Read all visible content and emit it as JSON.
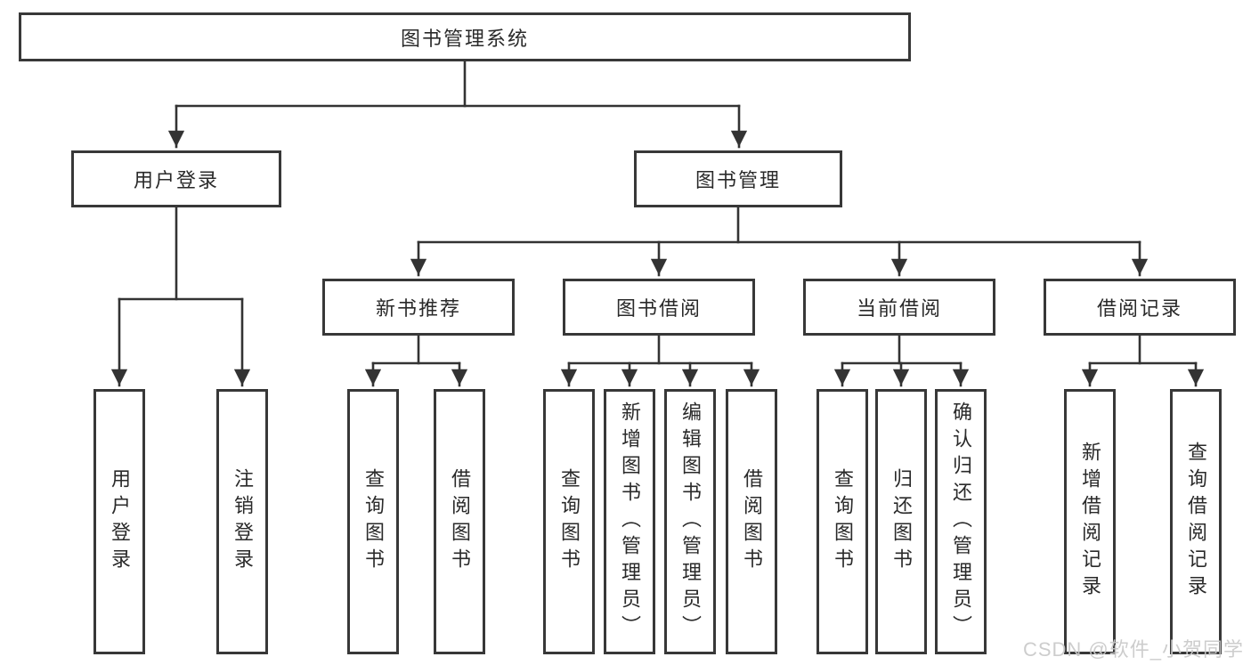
{
  "diagram_title": "图书管理系统",
  "tree": {
    "root": {
      "label": "图书管理系统",
      "children": [
        {
          "label": "用户登录",
          "children": [
            {
              "label": "用户登录"
            },
            {
              "label": "注销登录"
            }
          ]
        },
        {
          "label": "图书管理",
          "children": [
            {
              "label": "新书推荐",
              "children": [
                {
                  "label": "查询图书"
                },
                {
                  "label": "借阅图书"
                }
              ]
            },
            {
              "label": "图书借阅",
              "children": [
                {
                  "label": "查询图书"
                },
                {
                  "label": "新增图书（管理员）"
                },
                {
                  "label": "编辑图书（管理员）"
                },
                {
                  "label": "借阅图书"
                }
              ]
            },
            {
              "label": "当前借阅",
              "children": [
                {
                  "label": "查询图书"
                },
                {
                  "label": "归还图书"
                },
                {
                  "label": "确认归还（管理员）"
                }
              ]
            },
            {
              "label": "借阅记录",
              "children": [
                {
                  "label": "新增借阅记录"
                },
                {
                  "label": "查询借阅记录"
                }
              ]
            }
          ]
        }
      ]
    }
  },
  "watermark": {
    "text": "CSDN @软件_小贺同学"
  },
  "colors": {
    "box_border": "#383838",
    "connector_line": "#333333",
    "text": "#2a2a2a",
    "watermark": "#c9c9c9",
    "background": "#ffffff"
  }
}
